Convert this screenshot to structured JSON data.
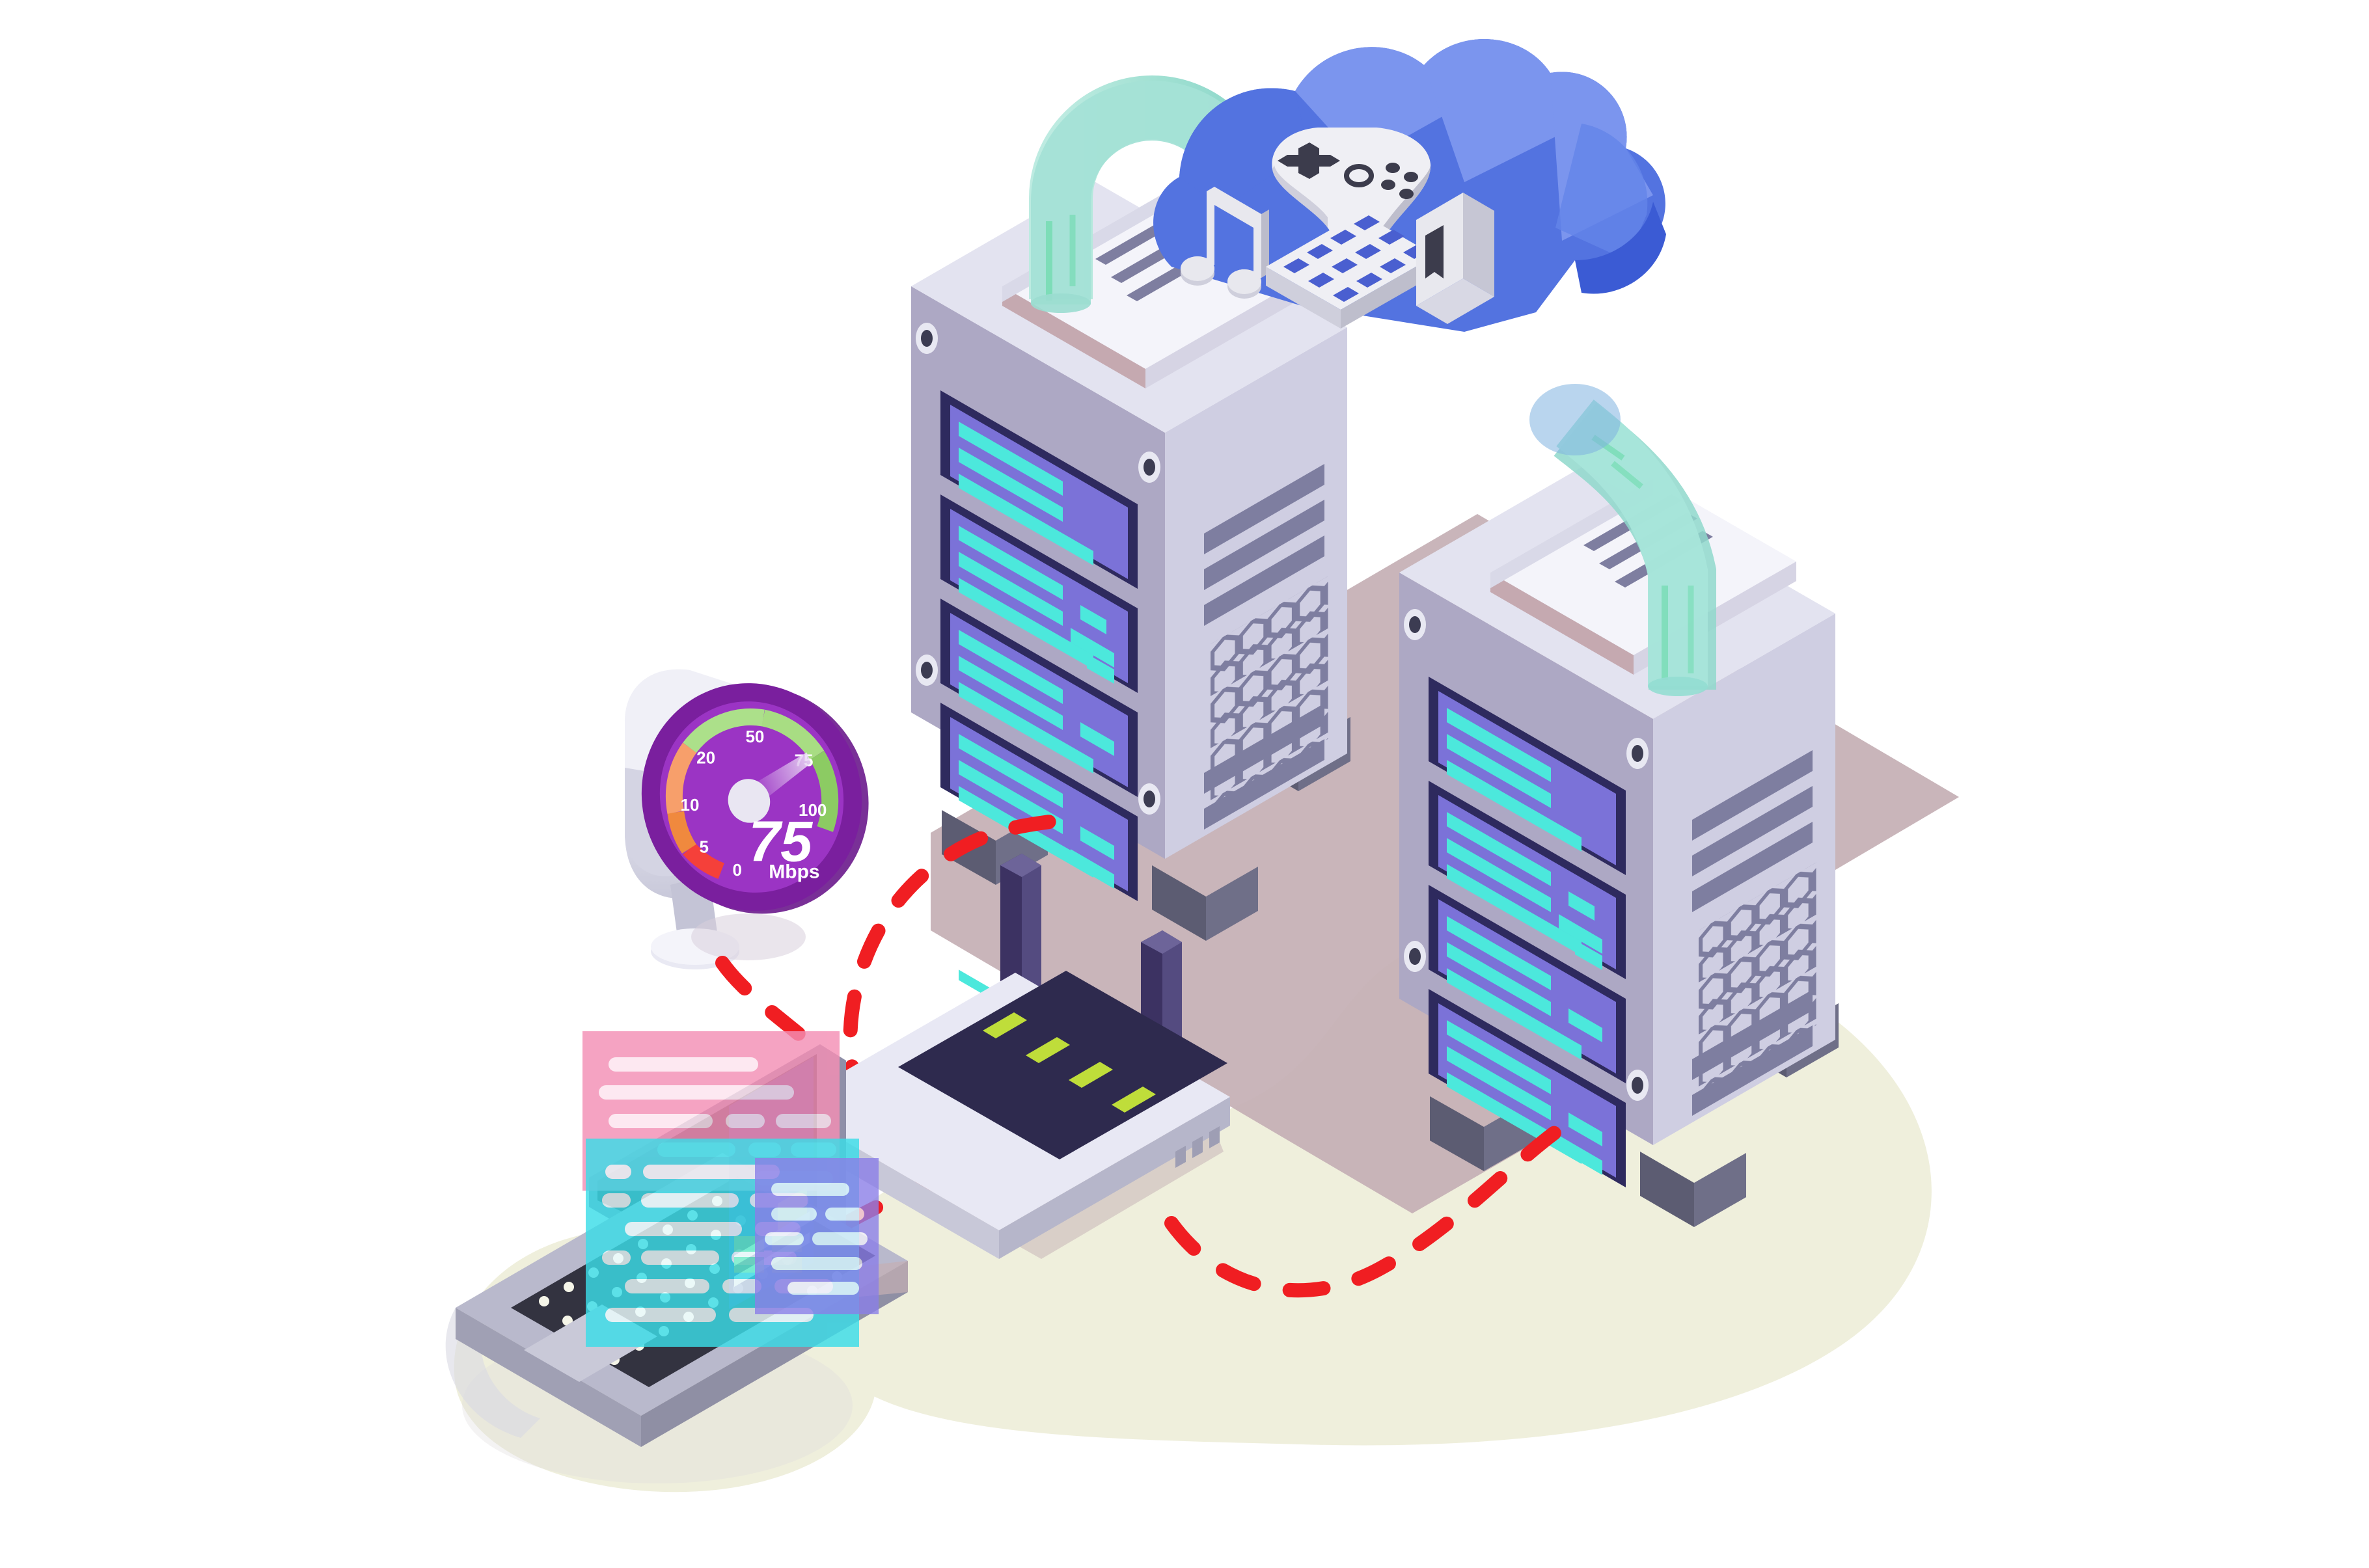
{
  "illustration": {
    "title": "Cloud network speed test isometric illustration",
    "background_color": "#FFFFFF",
    "ground_blob_color": "#EFEFDC",
    "server_platform_color": "#C4AFB4"
  },
  "speedometer": {
    "name": "Internet speed gauge",
    "value": "75",
    "unit": "Mbps",
    "needle_value": 75,
    "tick_labels": [
      "0",
      "5",
      "10",
      "20",
      "50",
      "75",
      "100"
    ],
    "dial_color": "#9B34C4",
    "bezel_color": "#7A1F9E",
    "housing_color": "#E7E7F2",
    "arc_segments": [
      {
        "from": "0",
        "to": "5",
        "color": "#F5403A"
      },
      {
        "from": "5",
        "to": "10",
        "color": "#F0893E"
      },
      {
        "from": "10",
        "to": "20",
        "color": "#F79F6B"
      },
      {
        "from": "20",
        "to": "50",
        "color": "#ACE08A"
      },
      {
        "from": "50",
        "to": "75",
        "color": "#A8DD83"
      },
      {
        "from": "75",
        "to": "100",
        "color": "#8CCB63"
      }
    ]
  },
  "cloud": {
    "name": "Cloud services",
    "top_color": "#7B95EE",
    "body_color": "#5373E0",
    "shade_color": "#3B5BD4",
    "icons": [
      {
        "id": "music-note-icon",
        "label": "Music"
      },
      {
        "id": "gamepad-icon",
        "label": "Games"
      },
      {
        "id": "film-strip-icon",
        "label": "Video"
      },
      {
        "id": "book-icon",
        "label": "Books"
      }
    ]
  },
  "servers": [
    {
      "id": "server-rack-left",
      "label": "Server rack 1",
      "front_panel_color": "#7B72D8",
      "data_bar_color": "#4CE8DC",
      "frame_color": "#2E2A5E",
      "body_color": "#ADA8C4",
      "side_color": "#CFCEE2",
      "rack_units": 4,
      "has_top_plate": true,
      "has_honeycomb_vent": true
    },
    {
      "id": "server-rack-right",
      "label": "Server rack 2",
      "front_panel_color": "#7B72D8",
      "data_bar_color": "#4CE8DC",
      "frame_color": "#2E2A5E",
      "body_color": "#ADA8C4",
      "side_color": "#CFCEE2",
      "rack_units": 4,
      "has_top_plate": true,
      "has_honeycomb_vent": true
    }
  ],
  "pipes": [
    {
      "id": "pipe-cloud-to-server-left",
      "color": "#A4E2D6",
      "inner_stripe_color": "#5CD9A0"
    },
    {
      "id": "pipe-cloud-to-server-right",
      "color": "#A8E5DA",
      "inner_stripe_color": "#5CD9A0"
    }
  ],
  "router": {
    "name": "Wi-Fi router",
    "body_color": "#E8E8F4",
    "panel_color": "#2E2A4E",
    "antenna_color": "#3C3262",
    "led_color": "#BFDD3A",
    "led_count": 4,
    "antenna_count": 2
  },
  "laptop": {
    "name": "Laptop",
    "body_color": "#B9B9CC",
    "keyboard_color": "#333340",
    "key_dot_color": "#F5F5E8",
    "screen_bezel_color": "#8F8FA8",
    "trackpad_color": "#C9C9D8",
    "windows": [
      {
        "id": "window-panel-pink",
        "color": "#F48FB5",
        "opacity": 0.82
      },
      {
        "id": "window-panel-cyan",
        "color": "#3BDDE8",
        "opacity": 0.82
      },
      {
        "id": "window-panel-purple",
        "color": "#8B7FE8",
        "opacity": 0.8
      }
    ]
  },
  "connections": {
    "name": "Network link paths",
    "line_color": "#F01E22",
    "line_style": "dashed",
    "paths": [
      {
        "id": "link-speedometer-to-router",
        "from": "speedometer",
        "to": "router"
      },
      {
        "id": "link-router-to-server-left",
        "from": "router",
        "to": "server-rack-left"
      },
      {
        "id": "link-router-to-server-right",
        "from": "router",
        "to": "server-rack-right"
      },
      {
        "id": "link-laptop-to-router",
        "from": "laptop",
        "to": "router"
      }
    ]
  }
}
